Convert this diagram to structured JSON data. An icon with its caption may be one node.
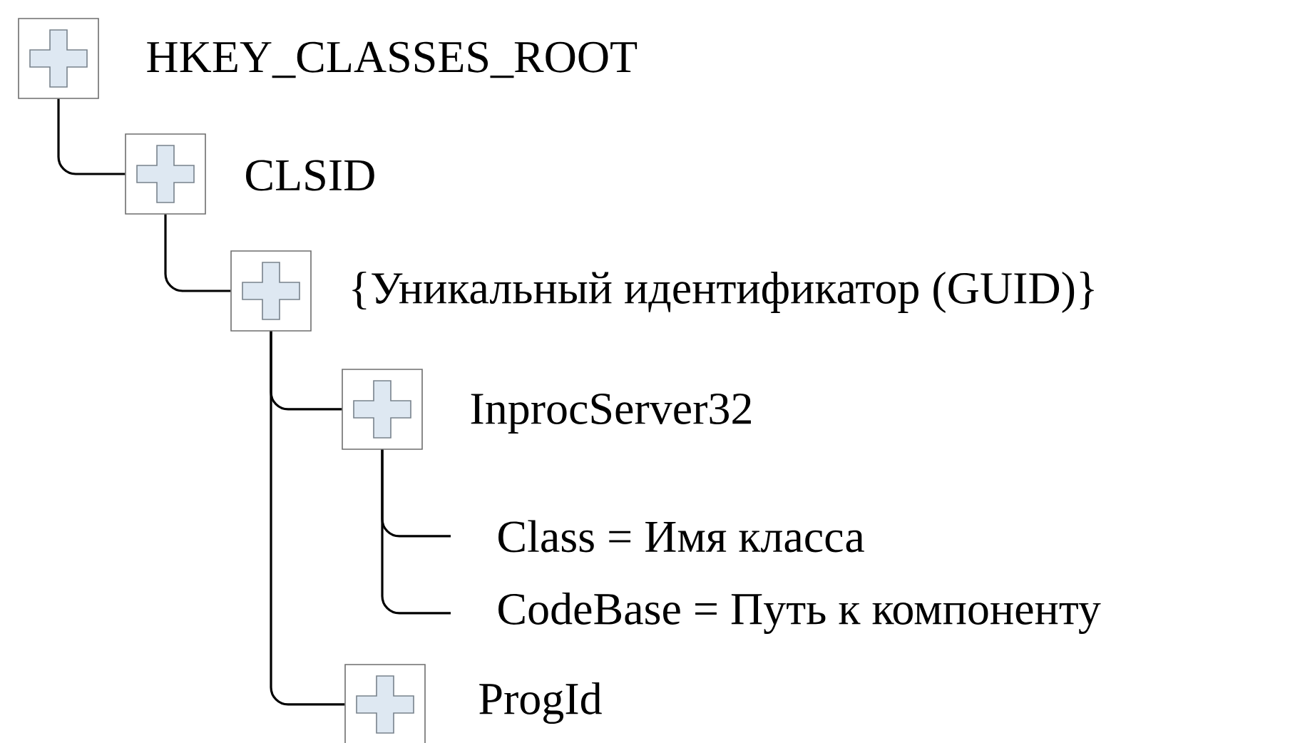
{
  "diagram": {
    "nodes": [
      {
        "text": [],
        "shape": "box",
        "beside": [
          "HKEY_CLASSES_ROOT"
        ]
      },
      {
        "text": [],
        "shape": "box",
        "beside": [
          "CLSID"
        ]
      },
      {
        "text": [],
        "shape": "box",
        "beside": [
          "{Уникальный идентификатор (GUID)}"
        ]
      },
      {
        "text": [],
        "shape": "box",
        "beside": [
          "InprocServer32"
        ]
      },
      {
        "text": [
          "Class = Имя класса"
        ]
      },
      {
        "text": [
          "CodeBase = Путь к компоненту"
        ]
      },
      {
        "text": [],
        "shape": "box",
        "beside": [
          "ProgId"
        ]
      }
    ],
    "edges": [
      {
        "from": 0,
        "to": 1,
        "arrow": "none"
      },
      {
        "from": 1,
        "to": 2,
        "arrow": "none"
      },
      {
        "from": 2,
        "to": 3,
        "arrow": "none"
      },
      {
        "from": 3,
        "to": 4,
        "arrow": "none"
      },
      {
        "from": 3,
        "to": 5,
        "arrow": "none"
      },
      {
        "from": 2,
        "to": 6,
        "arrow": "none"
      }
    ]
  }
}
